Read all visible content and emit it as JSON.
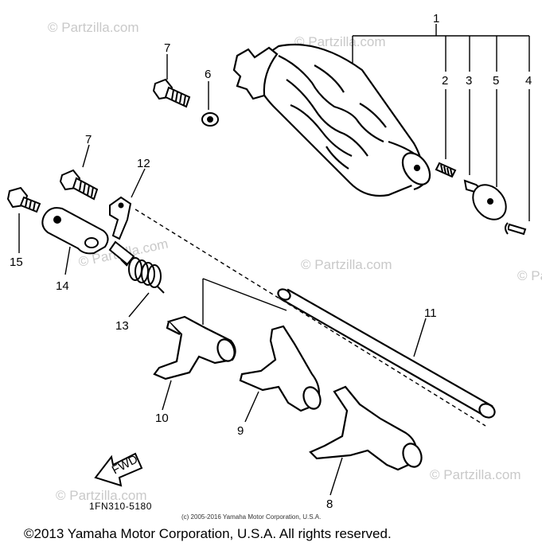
{
  "diagram": {
    "part_labels": {
      "p1": "1",
      "p2": "2",
      "p3": "3",
      "p4": "4",
      "p5": "5",
      "p6": "6",
      "p7a": "7",
      "p7b": "7",
      "p8": "8",
      "p9": "9",
      "p10": "10",
      "p11": "11",
      "p12": "12",
      "p13": "13",
      "p14": "14",
      "p15": "15"
    },
    "fwd_label": "FWD",
    "diagram_code": "1FN310-5180",
    "watermark_text": "© Partzilla.com",
    "small_copyright": "(c) 2005-2016 Yamaha Motor Corporation, U.S.A.",
    "footer_copyright": "©2013 Yamaha Motor Corporation, U.S.A. All rights reserved."
  },
  "colors": {
    "ink": "#000000",
    "watermark": "#c9c9c9",
    "background": "#ffffff"
  }
}
